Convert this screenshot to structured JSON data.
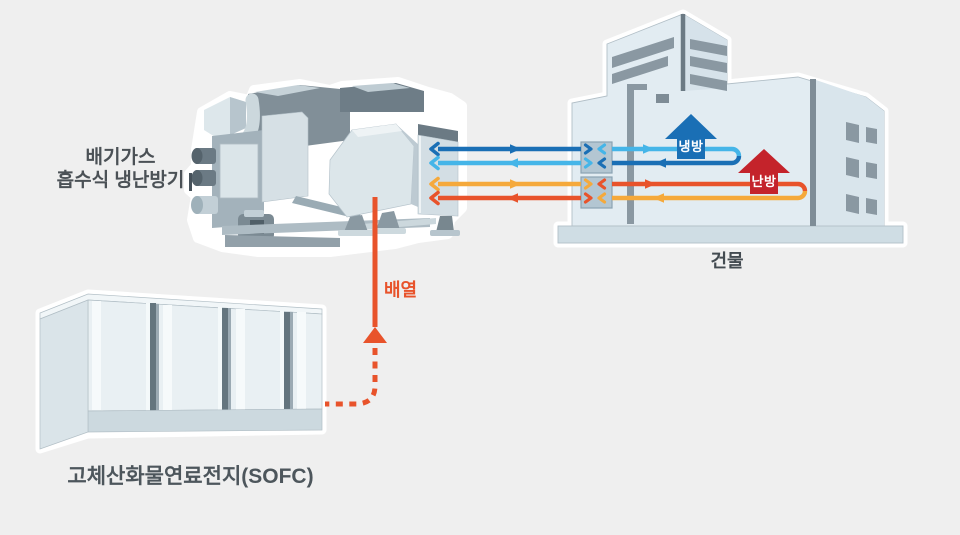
{
  "background_color": "#efefef",
  "labels": {
    "machine_line1": "배기가스",
    "machine_line2": "흡수식 냉난방기",
    "building": "건물",
    "sofc": "고체산화물연료전지(SOFC)",
    "waste_heat": "배열",
    "cooling_badge": "냉방",
    "heating_badge": "난방"
  },
  "colors": {
    "cooling_supply_pipe": "#1a6fb5",
    "cooling_return_pipe": "#45b5e8",
    "heating_supply_pipe": "#e8532b",
    "heating_return_pipe": "#f5a93b",
    "cooling_arrow": "#1a6fb5",
    "heating_arrow": "#c4232b",
    "waste_heat_accent": "#e8532b",
    "building_fill": "#e2ecf2",
    "label_text": "#4b5156"
  },
  "diagram": {
    "type": "energy-flow",
    "nodes": [
      {
        "id": "chiller",
        "label": "배기가스 흡수식 냉난방기",
        "role": "exhaust-gas absorption cooling/heating unit"
      },
      {
        "id": "building",
        "label": "건물",
        "role": "building served with cooling and heating"
      },
      {
        "id": "sofc",
        "label": "고체산화물연료전지(SOFC)",
        "role": "solid oxide fuel cell"
      }
    ],
    "flows": [
      {
        "from": "chiller",
        "to": "building",
        "loop": "냉방",
        "via": "heat-exchanger",
        "supply_color": "#1a6fb5",
        "return_color": "#45b5e8"
      },
      {
        "from": "chiller",
        "to": "building",
        "loop": "난방",
        "via": "heat-exchanger",
        "supply_color": "#e8532b",
        "return_color": "#f5a93b"
      },
      {
        "from": "sofc",
        "to": "chiller",
        "loop": "배열",
        "style": "dashed-to-solid",
        "color": "#e8532b"
      }
    ],
    "icons": [
      {
        "name": "cooling-arrow-icon",
        "meaning": "cooling delivered upward inside building"
      },
      {
        "name": "heating-arrow-icon",
        "meaning": "heating delivered upward inside building"
      },
      {
        "name": "waste-heat-arrow-icon",
        "meaning": "waste heat rises from SOFC into chiller"
      },
      {
        "name": "heat-exchanger-icon",
        "meaning": "chevron pairs mark heat exchange between loops"
      }
    ]
  }
}
